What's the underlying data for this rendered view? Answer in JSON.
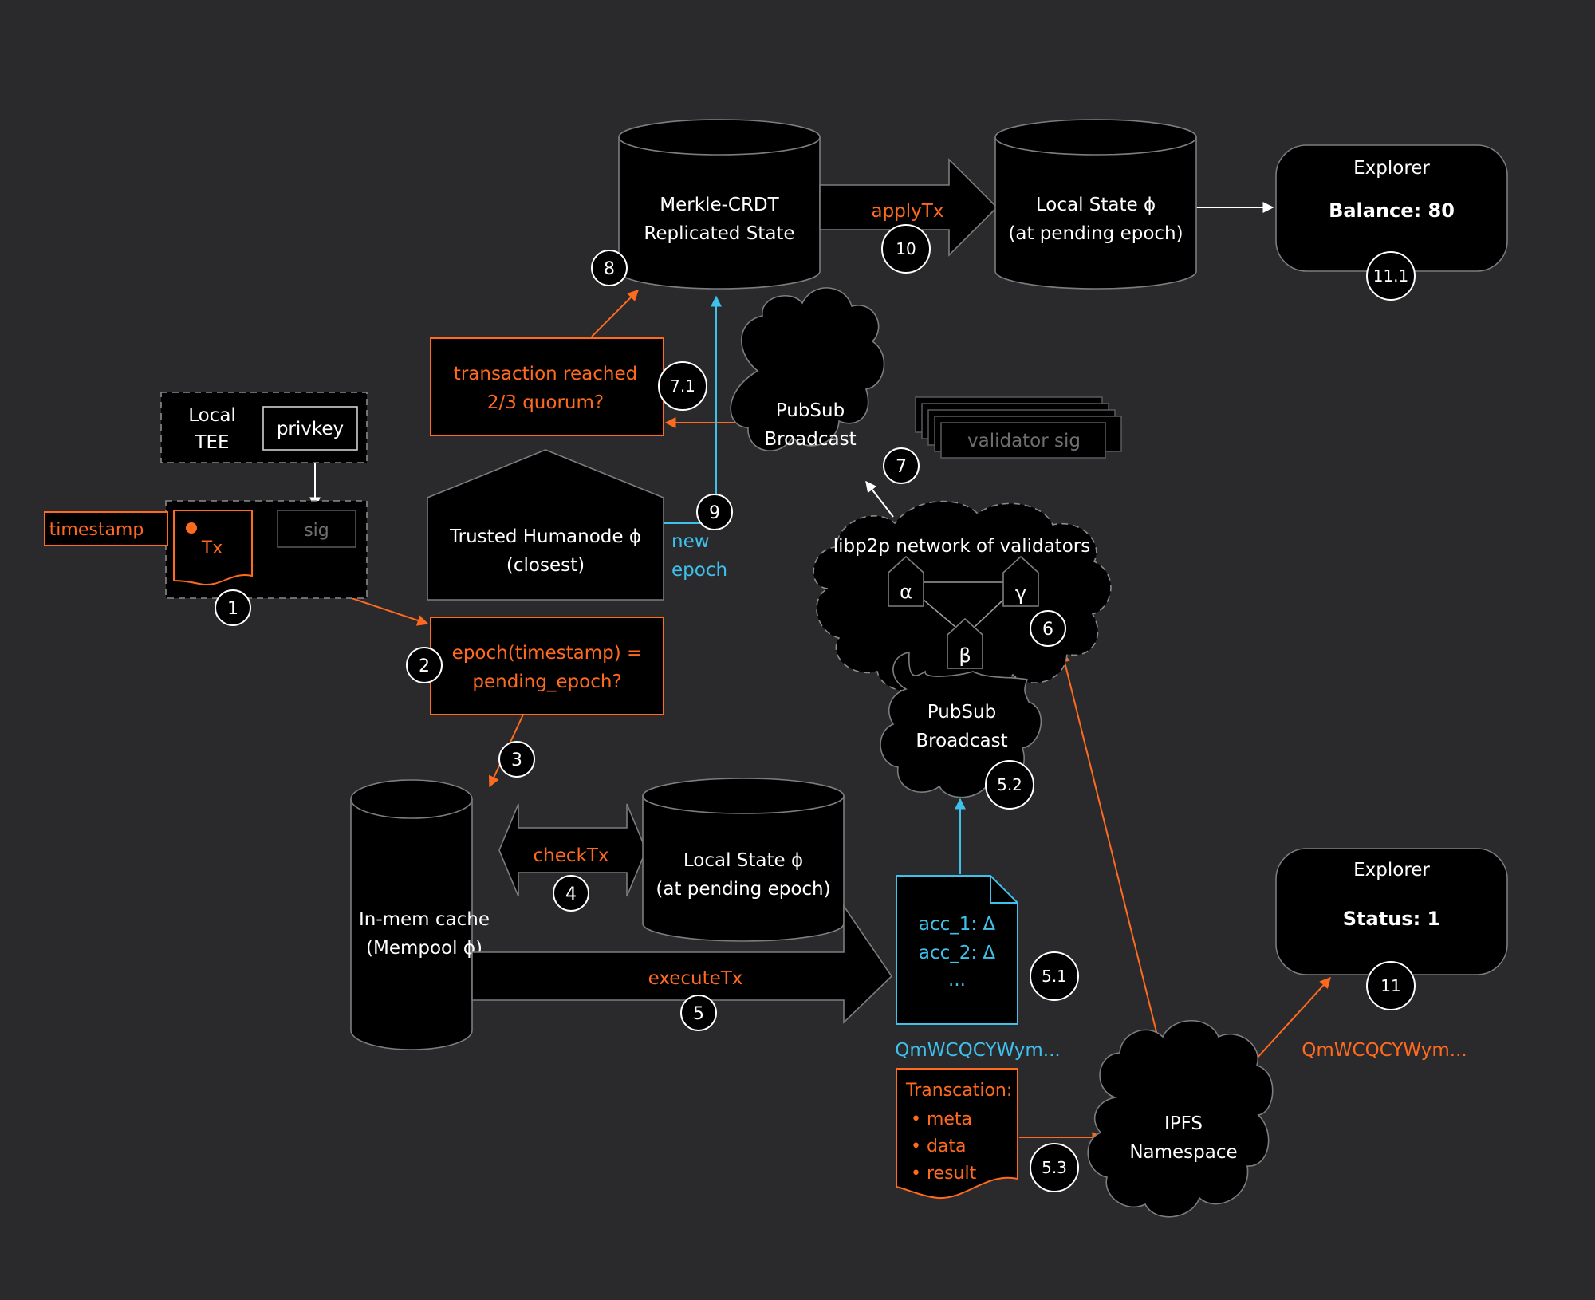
{
  "colors": {
    "background": "#2a2a2d",
    "accent_orange": "#ff6a1f",
    "accent_blue": "#3ec1ea",
    "shape_fill": "#000000",
    "text_white": "#ffffff",
    "muted_gray": "#6f6f72"
  },
  "merkle": {
    "line1": "Merkle-CRDT",
    "line2": "Replicated State"
  },
  "apply_tx": {
    "label": "applyTx"
  },
  "local_state_top": {
    "line1": "Local State ϕ",
    "line2": "(at pending epoch)"
  },
  "explorer_top": {
    "title": "Explorer",
    "value": "Balance: 80"
  },
  "quorum": {
    "line1": "transaction reached",
    "line2": "2/3 quorum?"
  },
  "pubsub_top": {
    "line1": "PubSub",
    "line2": "Broadcast"
  },
  "validator_sig": {
    "label": "validator sig"
  },
  "tee": {
    "line1": "Local",
    "line2": "TEE",
    "privkey": "privkey"
  },
  "tx": {
    "timestamp": "timestamp",
    "tx_label": "Tx",
    "sig": "sig"
  },
  "humanode": {
    "line1": "Trusted Humanode ϕ",
    "line2": "(closest)"
  },
  "new_epoch": {
    "line1": "new",
    "line2": "epoch"
  },
  "libp2p": {
    "title": "libp2p network of validators",
    "alpha": "α",
    "gamma": "γ",
    "beta": "β"
  },
  "epoch_check": {
    "line1": "epoch(timestamp) =",
    "line2": "pending_epoch?"
  },
  "pubsub_bottom": {
    "line1": "PubSub",
    "line2": "Broadcast"
  },
  "mempool": {
    "line1": "In-mem cache",
    "line2": "(Mempool ϕ)"
  },
  "check_tx": {
    "label": "checkTx"
  },
  "local_state_bottom": {
    "line1": "Local State ϕ",
    "line2": "(at pending epoch)"
  },
  "execute_tx": {
    "label": "executeTx"
  },
  "delta_doc": {
    "line1": "acc_1: Δ",
    "line2": "acc_2: Δ",
    "line3": "...",
    "cid": "QmWCQCYWym..."
  },
  "explorer_bottom": {
    "title": "Explorer",
    "value": "Status: 1",
    "cid": "QmWCQCYWym..."
  },
  "transaction_doc": {
    "title": "Transcation:",
    "items": [
      "• meta",
      "• data",
      "• result"
    ]
  },
  "ipfs": {
    "line1": "IPFS",
    "line2": "Namespace"
  },
  "steps": {
    "s1": "1",
    "s2": "2",
    "s3": "3",
    "s4": "4",
    "s5": "5",
    "s5_1": "5.1",
    "s5_2": "5.2",
    "s5_3": "5.3",
    "s6": "6",
    "s7": "7",
    "s7_1": "7.1",
    "s8": "8",
    "s9": "9",
    "s10": "10",
    "s11": "11",
    "s11_1": "11.1"
  }
}
